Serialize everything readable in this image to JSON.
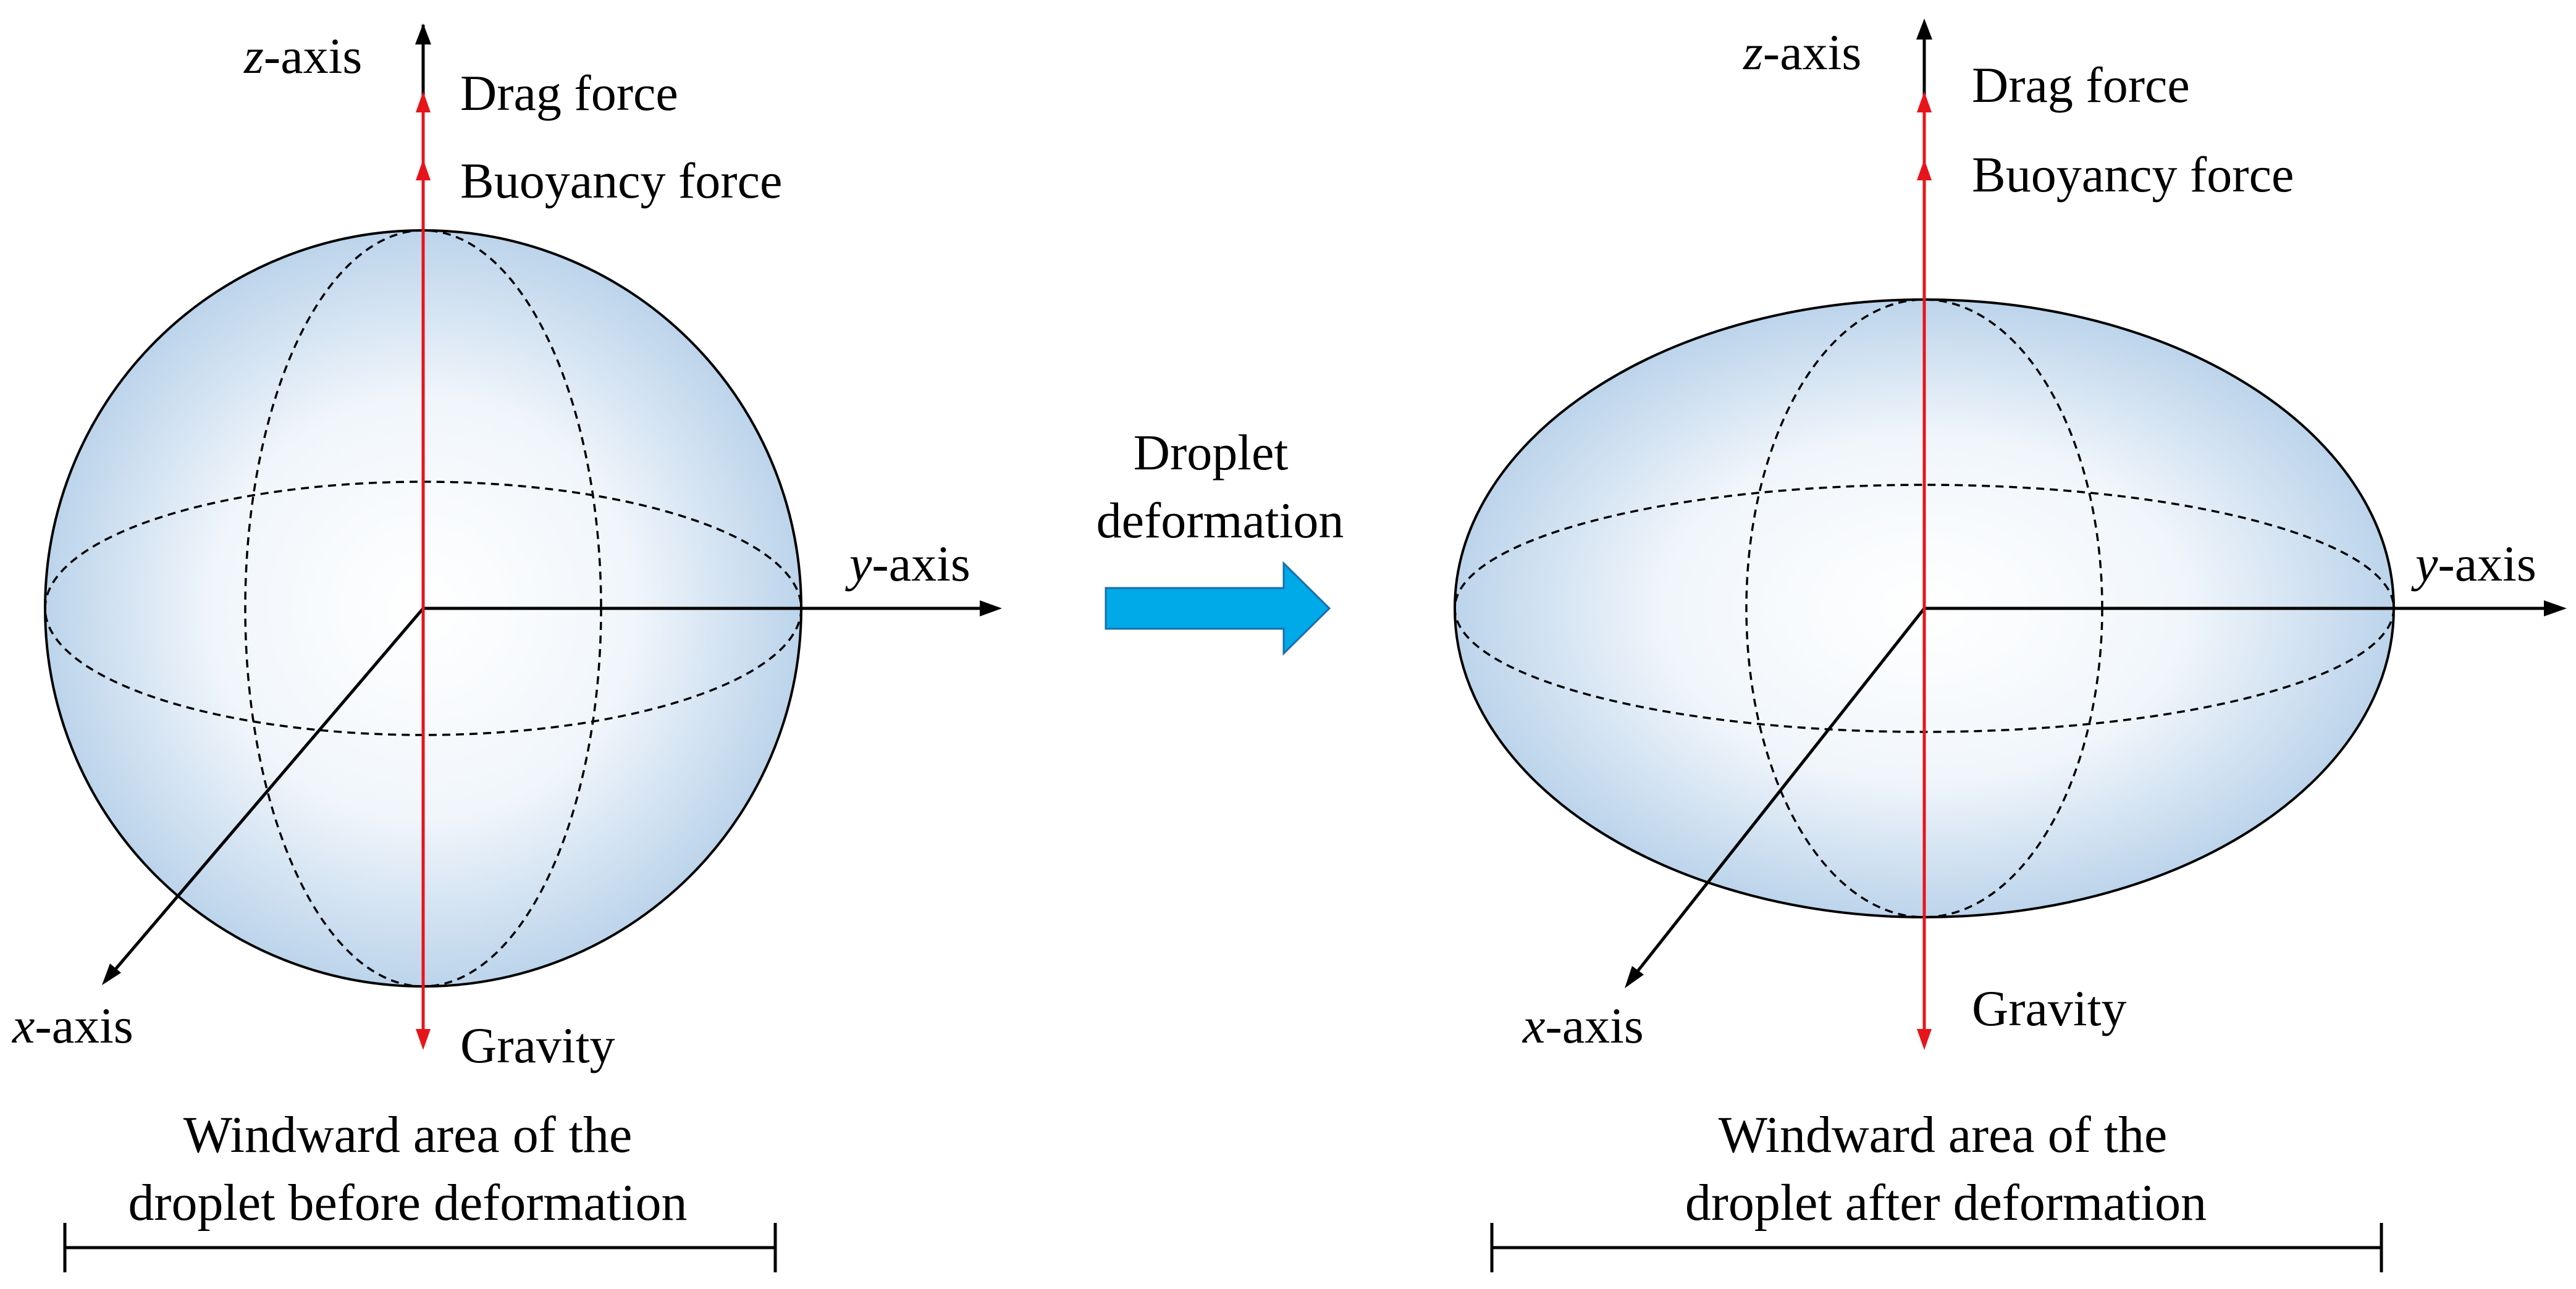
{
  "left_panel": {
    "axes": {
      "x_var": "x",
      "y_var": "y",
      "z_var": "z",
      "axis_suffix": "-axis"
    },
    "forces": {
      "drag": "Drag force",
      "buoyancy": "Buoyancy force",
      "gravity": "Gravity"
    },
    "caption_line1": "Windward area of the",
    "caption_line2": "droplet before deformation"
  },
  "transition": {
    "line1": "Droplet",
    "line2": "deformation",
    "arrow_color": "#00A9E8"
  },
  "right_panel": {
    "axes": {
      "x_var": "x",
      "y_var": "y",
      "z_var": "z",
      "axis_suffix": "-axis"
    },
    "forces": {
      "drag": "Drag force",
      "buoyancy": "Buoyancy force",
      "gravity": "Gravity"
    },
    "caption_line1": "Windward area of the",
    "caption_line2": "droplet after deformation"
  },
  "colors": {
    "force_arrow": "#E8141B",
    "axis": "#000000",
    "droplet_fill_center": "#FFFFFF",
    "droplet_fill_edge": "#BFD6EC"
  }
}
